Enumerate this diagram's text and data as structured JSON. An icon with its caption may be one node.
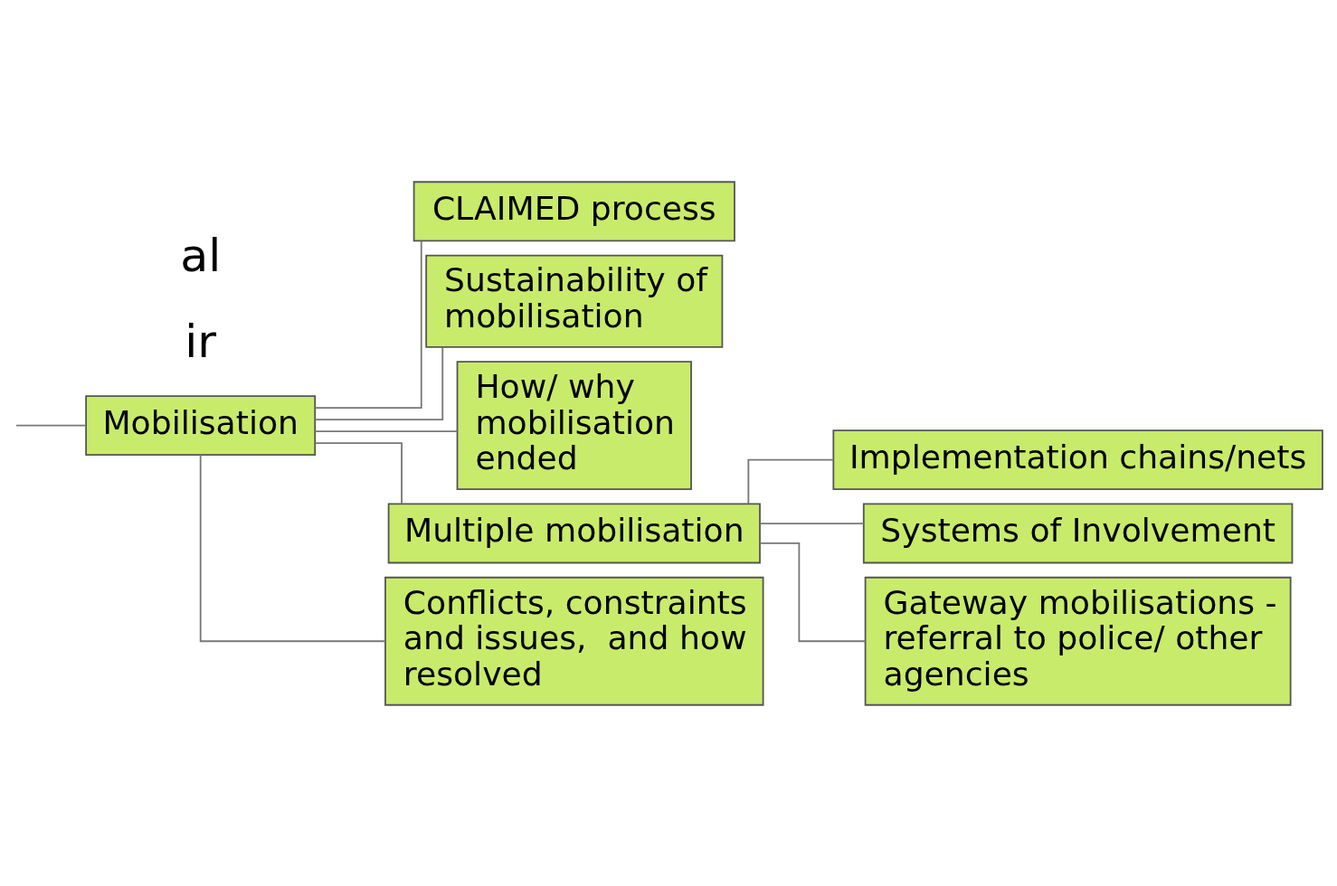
{
  "diagram": {
    "nodes": [
      {
        "text": [
          "Mobilisation"
        ]
      },
      {
        "text": [
          "CLAIMED process"
        ]
      },
      {
        "text": [
          "Sustainability of mobilisation"
        ]
      },
      {
        "text": [
          "How/ why mobilisation ended"
        ]
      },
      {
        "text": [
          "Multiple mobilisation"
        ]
      },
      {
        "text": [
          "Implementation chains/nets"
        ]
      },
      {
        "text": [
          "Systems of Involvement"
        ]
      },
      {
        "text": [
          "Gateway mobilisations - referral to police/ other agencies"
        ]
      },
      {
        "text": [
          "Conflicts, constraints and issues,  and how resolved"
        ]
      }
    ],
    "edges": [
      {
        "from": null,
        "to": 0,
        "arrow": "none"
      },
      {
        "from": 0,
        "to": 1,
        "arrow": "none"
      },
      {
        "from": 0,
        "to": 2,
        "arrow": "none"
      },
      {
        "from": 0,
        "to": 3,
        "arrow": "none"
      },
      {
        "from": 0,
        "to": 4,
        "arrow": "none"
      },
      {
        "from": 0,
        "to": 8,
        "arrow": "none"
      },
      {
        "from": 4,
        "to": 5,
        "arrow": "none"
      },
      {
        "from": 4,
        "to": 6,
        "arrow": "none"
      },
      {
        "from": 4,
        "to": 7,
        "arrow": "none"
      }
    ],
    "labels": [
      "ir",
      "al"
    ]
  }
}
